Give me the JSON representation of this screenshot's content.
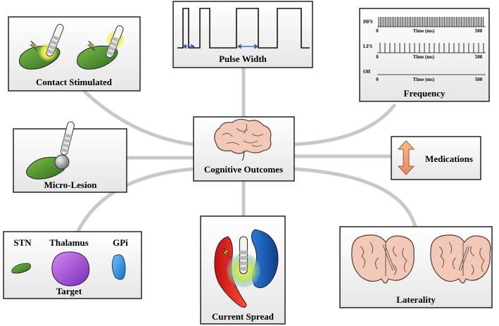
{
  "center": {
    "label": "Cognitive Outcomes"
  },
  "nodes": {
    "contact_stimulated": {
      "label": "Contact Stimulated"
    },
    "pulse_width": {
      "label": "Pulse Width"
    },
    "frequency": {
      "label": "Frequency",
      "rows": [
        {
          "name": "HFS",
          "start": "0",
          "axis": "Time (ms)",
          "end": "500"
        },
        {
          "name": "LFS",
          "start": "0",
          "axis": "Time (ms)",
          "end": "500"
        },
        {
          "name": "Off",
          "start": "0",
          "axis": "Time (ms)",
          "end": "500"
        }
      ]
    },
    "micro_lesion": {
      "label": "Micro-Lesion"
    },
    "medications": {
      "label": "Medications"
    },
    "target": {
      "label": "Target",
      "stn": "STN",
      "thalamus": "Thalamus",
      "gpi": "GPi"
    },
    "current_spread": {
      "label": "Current Spread"
    },
    "laterality": {
      "label": "Laterality"
    }
  },
  "colors": {
    "connector": "#c8c8c8",
    "box_border": "#222222",
    "stn_green": "#4e8a2e",
    "thalamus_purple": "#a04ed8",
    "gpi_blue": "#2d8fd8",
    "spread_red": "#e02020",
    "spread_blue": "#1f5fb8",
    "brain_pink": "#f2c8b8",
    "arrow_orange": "#f0a070"
  }
}
